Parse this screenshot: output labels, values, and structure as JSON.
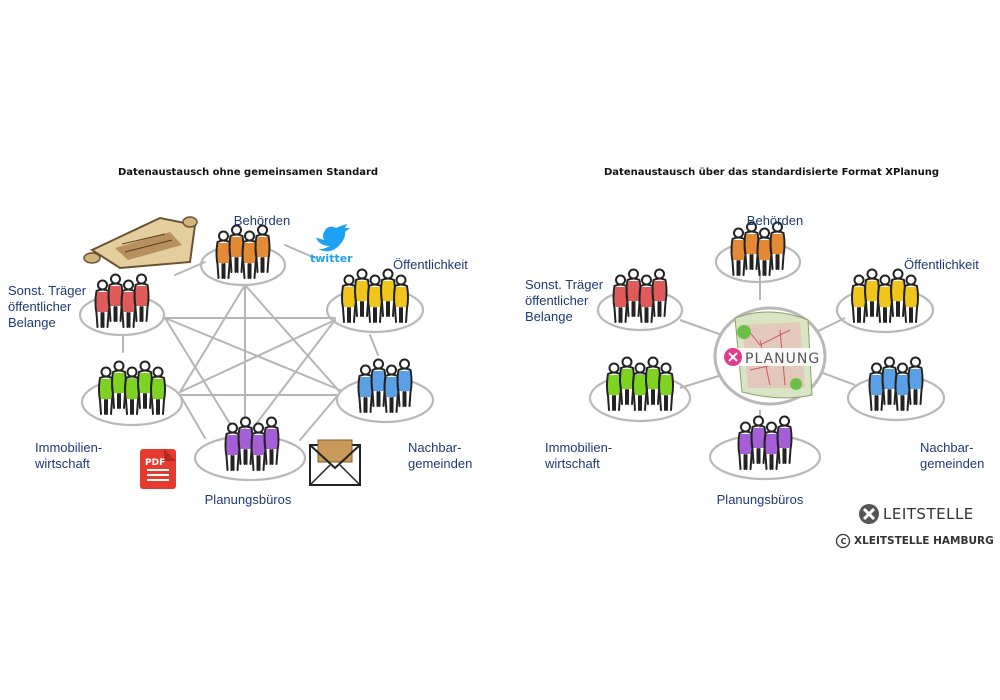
{
  "left": {
    "title": "Datenaustausch ohne gemeinsamen Standard",
    "groups": {
      "behoerden": "Behörden",
      "oeffentlichkeit": "Öffentlichkeit",
      "traeger": "Sonst. Träger\nöffentlicher\nBelange",
      "immobilien": "Immobilien-\nwirtschaft",
      "nachbar": "Nachbar-\ngemeinden",
      "planung": "Planungsbüros"
    },
    "icons": {
      "twitter": "twitter",
      "pdf": "PDF"
    }
  },
  "right": {
    "title": "Datenaustausch über das standardisierte Format XPlanung",
    "groups": {
      "behoerden": "Behörden",
      "oeffentlichkeit": "Öffentlichkeit",
      "traeger": "Sonst. Träger\nöffentlicher\nBelange",
      "immobilien": "Immobilien-\nwirtschaft",
      "nachbar": "Nachbar-\ngemeinden",
      "planung": "Planungsbüros"
    },
    "hub_logo": "PLANUNG"
  },
  "footer": {
    "logo_text": "LEITSTELLE",
    "copyright": "XLEITSTELLE HAMBURG",
    "copyright_symbol": "C"
  },
  "colors": {
    "label": "#1f3a73",
    "behoerden": "#e58a34",
    "oeffentlichkeit": "#f2c51b",
    "traeger": "#e05a5a",
    "immobilien": "#7ed321",
    "nachbar": "#5aa0e6",
    "planung": "#a35ed8",
    "line": "#b5b5b5",
    "twitter": "#1da1f2",
    "pdf": "#e53b2f"
  }
}
